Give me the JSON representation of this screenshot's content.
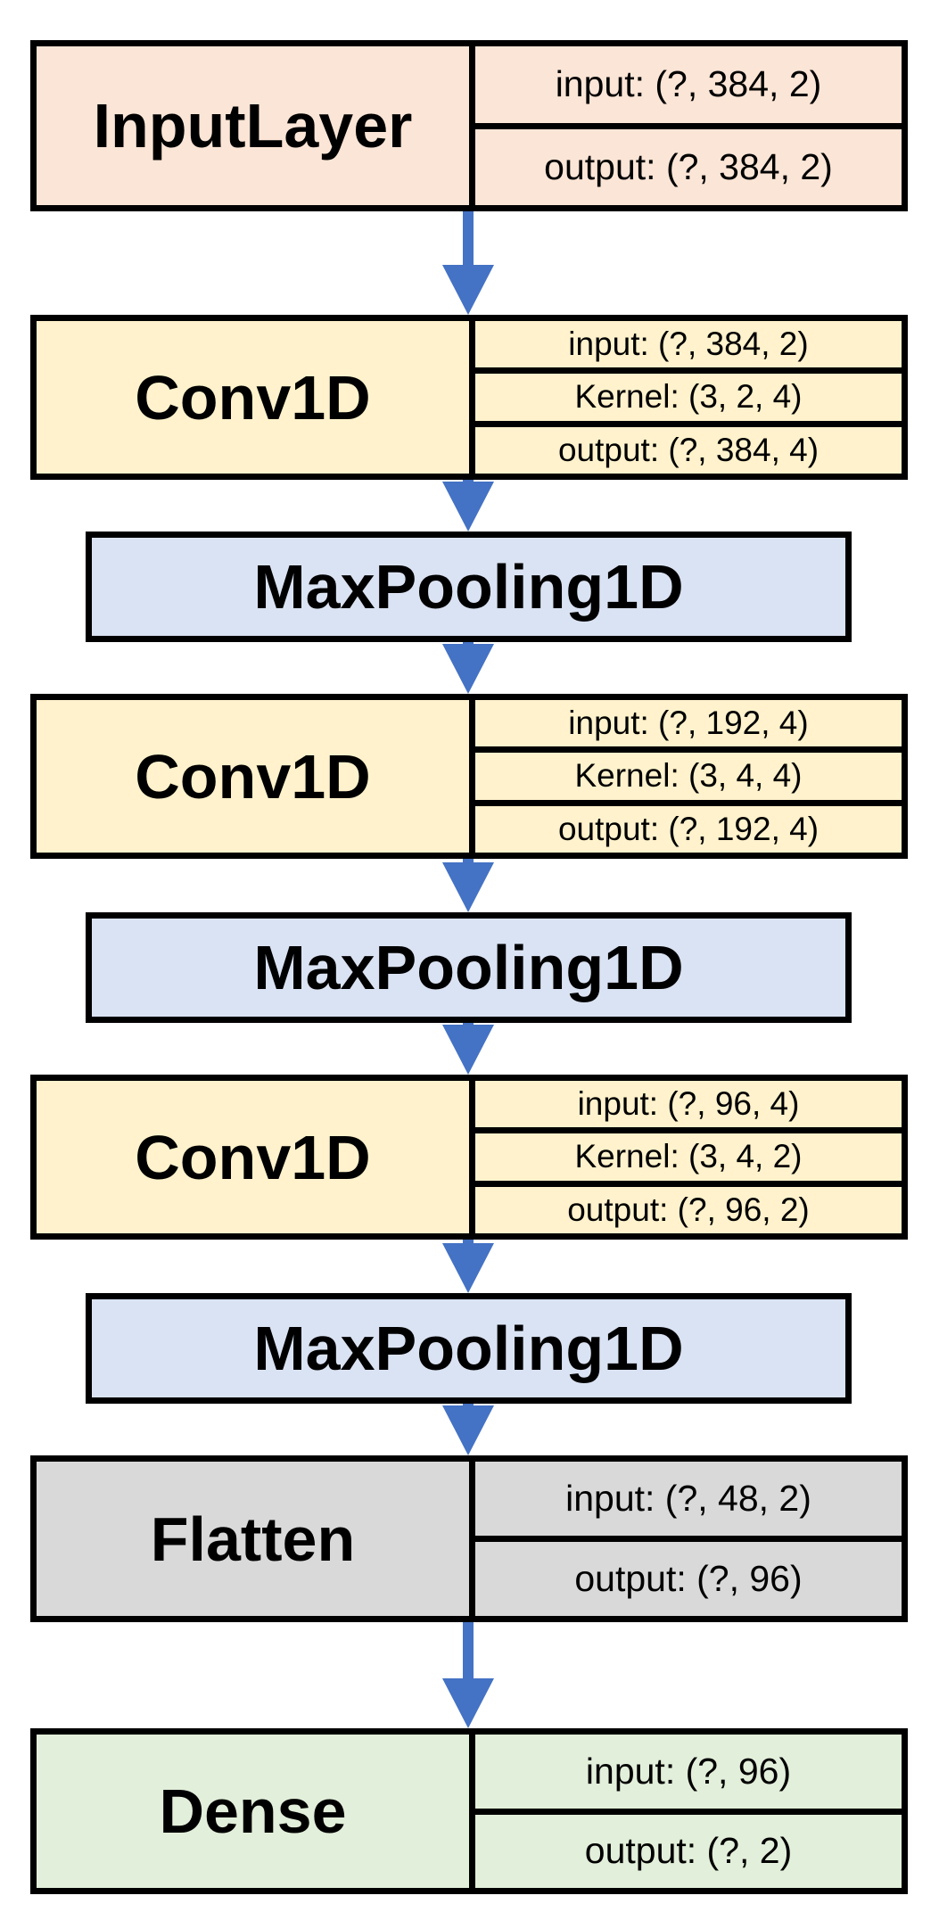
{
  "layers": [
    {
      "name": "InputLayer",
      "color": "#fbe5d6",
      "info": [
        "input: (?, 384, 2)",
        "output: (?, 384, 2)"
      ]
    },
    {
      "name": "Conv1D",
      "color": "#fff2cc",
      "info": [
        "input: (?, 384, 2)",
        "Kernel: (3, 2, 4)",
        "output: (?, 384, 4)"
      ]
    },
    {
      "name": "MaxPooling1D",
      "color": "#dae3f3",
      "info": []
    },
    {
      "name": "Conv1D",
      "color": "#fff2cc",
      "info": [
        "input: (?, 192, 4)",
        "Kernel: (3, 4, 4)",
        "output: (?, 192, 4)"
      ]
    },
    {
      "name": "MaxPooling1D",
      "color": "#dae3f3",
      "info": []
    },
    {
      "name": "Conv1D",
      "color": "#fff2cc",
      "info": [
        "input: (?, 96, 4)",
        "Kernel: (3, 4, 2)",
        "output: (?, 96, 2)"
      ]
    },
    {
      "name": "MaxPooling1D",
      "color": "#dae3f3",
      "info": []
    },
    {
      "name": "Flatten",
      "color": "#d9d9d9",
      "info": [
        "input: (?, 48, 2)",
        "output: (?, 96)"
      ]
    },
    {
      "name": "Dense",
      "color": "#e2efda",
      "info": [
        "input: (?, 96)",
        "output: (?, 2)"
      ]
    }
  ],
  "arrow_color": "#4472c4"
}
